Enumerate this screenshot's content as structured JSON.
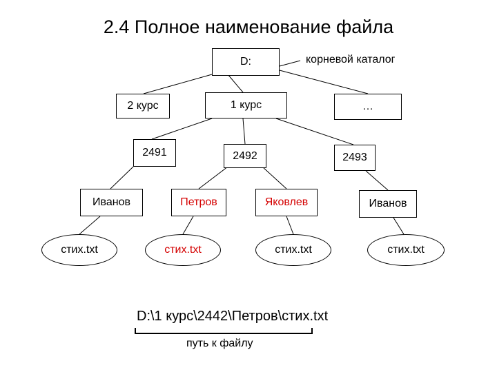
{
  "title": "2.4 Полное наименование файла",
  "root": {
    "label": "D:",
    "caption": "корневой каталог"
  },
  "level1": [
    "2 курс",
    "1 курс",
    "…"
  ],
  "level2": [
    "2491",
    "2492",
    "2493"
  ],
  "level3": [
    "Иванов",
    "Петров",
    "Яковлев",
    "Иванов"
  ],
  "files": [
    "стих.txt",
    "стих.txt",
    "стих.txt",
    "стих.txt"
  ],
  "full_path": "D:\\1 курс\\2442\\Петров\\стих.txt",
  "path_caption": "путь к файлу",
  "colors": {
    "highlight": "#d40000",
    "line": "#000000"
  }
}
